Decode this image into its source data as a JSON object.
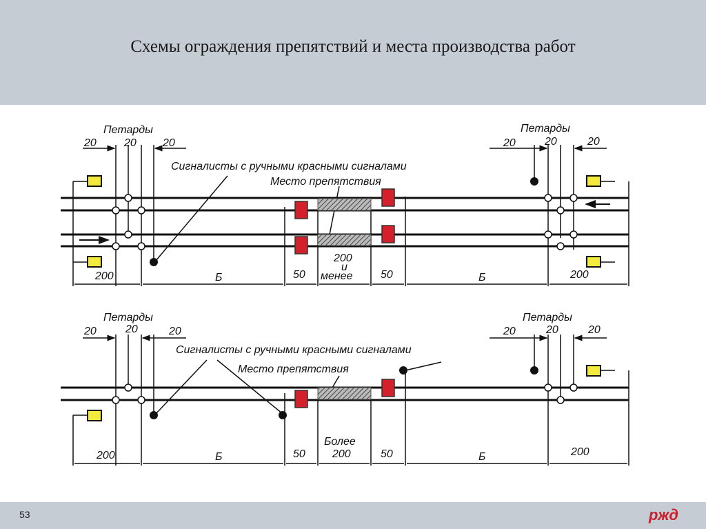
{
  "slide": {
    "title": "Схемы ограждения препятствий и места производства работ",
    "page_number": "53",
    "logo_text": "РЖД"
  },
  "top": {
    "petardy_left": "Петарды",
    "petardy_right": "Петарды",
    "d20": "20",
    "signalists": "Сигналисты с ручными красными сигналами",
    "obstacle": "Место препятствия",
    "dims": {
      "d200": "200",
      "b": "Б",
      "d50": "50",
      "mid1": "200",
      "mid2": "и",
      "mid3": "менее"
    }
  },
  "bottom": {
    "petardy_left": "Петарды",
    "petardy_right": "Петарды",
    "d20": "20",
    "signalists": "Сигналисты с ручными красными сигналами",
    "obstacle": "Место препятствия",
    "dims": {
      "d200": "200",
      "b": "Б",
      "d50": "50",
      "mid1": "Более",
      "mid2": "200"
    }
  }
}
